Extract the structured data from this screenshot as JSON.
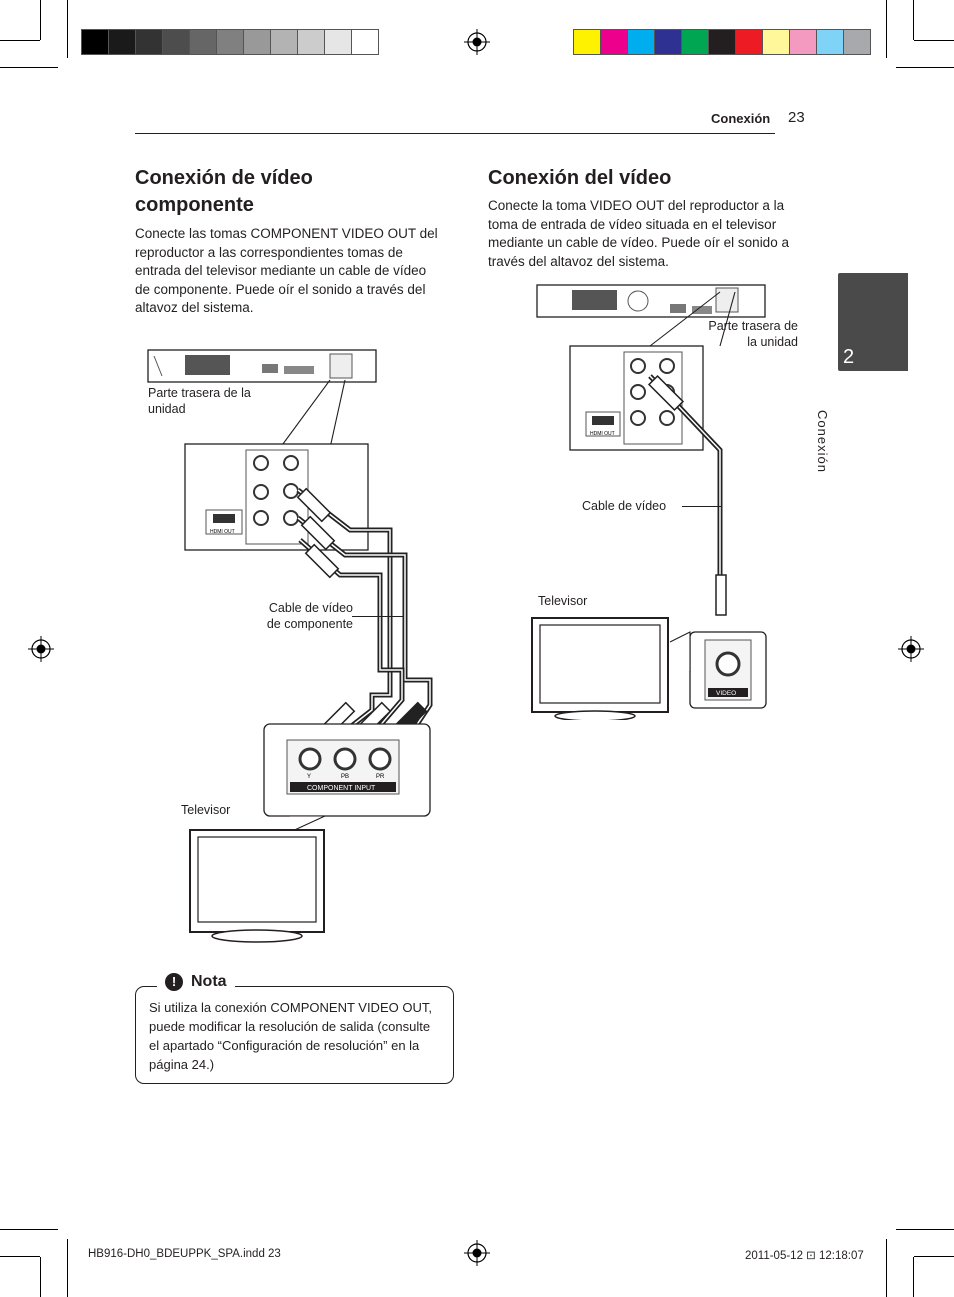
{
  "header": {
    "section": "Conexión",
    "page_number": "23"
  },
  "side_tab": {
    "number": "2",
    "label": "Conexión"
  },
  "left": {
    "title_line1": "Conexión de vídeo",
    "title_line2": "componente",
    "body": "Conecte las tomas COMPONENT VIDEO OUT del reproductor a las correspondientes tomas de entrada del televisor mediante un cable de vídeo de componente. Puede oír el sonido a través del altavoz del sistema.",
    "rear_label": "Parte trasera de la unidad",
    "cable_label_1": "Cable de vídeo",
    "cable_label_2": "de componente",
    "tv_label": "Televisor",
    "component_input_label": "COMPONENT INPUT",
    "jack_y": "Y",
    "jack_pb": "PB",
    "jack_pr": "PR",
    "hdmi_label": "HDMI OUT"
  },
  "right": {
    "title": "Conexión del vídeo",
    "body": "Conecte la toma VIDEO OUT del reproductor a la toma de entrada de vídeo situada en el televisor mediante un cable de vídeo. Puede oír el sonido a través del altavoz del sistema.",
    "rear_label_1": "Parte trasera de",
    "rear_label_2": "la unidad",
    "cable_label": "Cable de vídeo",
    "tv_label": "Televisor",
    "video_label": "VIDEO",
    "hdmi_label": "HDMI OUT"
  },
  "note": {
    "icon": "exclamation-icon",
    "title": "Nota",
    "text": "Si utiliza la conexión COMPONENT VIDEO OUT, puede modificar la resolución de salida (consulte el apartado “Configuración de resolución” en la página 24.)"
  },
  "footer": {
    "file": "HB916-DH0_BDEUPPK_SPA.indd   23",
    "date": "2011-05-12   ⊡ 12:18:07"
  },
  "colors": {
    "gray_swatches": [
      "#000000",
      "#1a1a1a",
      "#333333",
      "#4d4d4d",
      "#666666",
      "#808080",
      "#999999",
      "#b3b3b3",
      "#cccccc",
      "#e6e6e6",
      "#ffffff"
    ],
    "color_swatches": [
      "#fff200",
      "#ec008c",
      "#00aeef",
      "#2e3192",
      "#00a651",
      "#231f20",
      "#ed1c24",
      "#fff799",
      "#f49ac1",
      "#7fd3f7",
      "#a7a9ac"
    ],
    "tab": "#4a4a4a"
  }
}
